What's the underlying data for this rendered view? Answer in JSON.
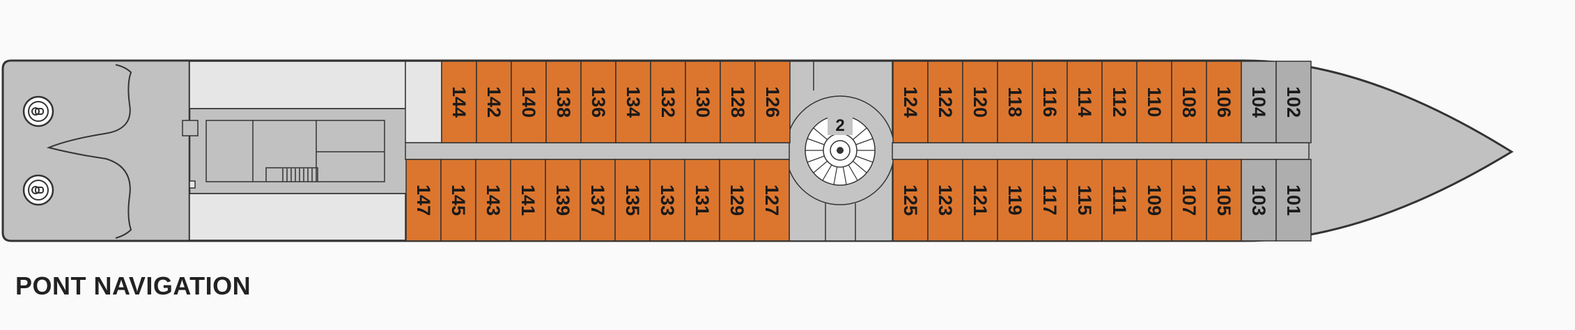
{
  "deck": {
    "title": "PONT NAVIGATION",
    "staircase_deck_number": "2"
  },
  "colors": {
    "background": "#fafafa",
    "hull": "#c1c1c1",
    "outline": "#333333",
    "cabin_orange": "#dc762e",
    "cabin_grey": "#aeaeae",
    "corridor": "#c4c4c4",
    "open_deck": "#e6e6e6"
  },
  "cabins": {
    "upper_aft": [
      {
        "number": "144",
        "category": "orange"
      },
      {
        "number": "142",
        "category": "orange"
      },
      {
        "number": "140",
        "category": "orange"
      },
      {
        "number": "138",
        "category": "orange"
      },
      {
        "number": "136",
        "category": "orange"
      },
      {
        "number": "134",
        "category": "orange"
      },
      {
        "number": "132",
        "category": "orange"
      },
      {
        "number": "130",
        "category": "orange"
      },
      {
        "number": "128",
        "category": "orange"
      },
      {
        "number": "126",
        "category": "orange"
      }
    ],
    "lower_aft": [
      {
        "number": "147",
        "category": "orange"
      },
      {
        "number": "145",
        "category": "orange"
      },
      {
        "number": "143",
        "category": "orange"
      },
      {
        "number": "141",
        "category": "orange"
      },
      {
        "number": "139",
        "category": "orange"
      },
      {
        "number": "137",
        "category": "orange"
      },
      {
        "number": "135",
        "category": "orange"
      },
      {
        "number": "133",
        "category": "orange"
      },
      {
        "number": "131",
        "category": "orange"
      },
      {
        "number": "129",
        "category": "orange"
      },
      {
        "number": "127",
        "category": "orange"
      }
    ],
    "upper_fwd": [
      {
        "number": "124",
        "category": "orange"
      },
      {
        "number": "122",
        "category": "orange"
      },
      {
        "number": "120",
        "category": "orange"
      },
      {
        "number": "118",
        "category": "orange"
      },
      {
        "number": "116",
        "category": "orange"
      },
      {
        "number": "114",
        "category": "orange"
      },
      {
        "number": "112",
        "category": "orange"
      },
      {
        "number": "110",
        "category": "orange"
      },
      {
        "number": "108",
        "category": "orange"
      },
      {
        "number": "106",
        "category": "orange"
      },
      {
        "number": "104",
        "category": "grey"
      },
      {
        "number": "102",
        "category": "grey"
      }
    ],
    "lower_fwd": [
      {
        "number": "125",
        "category": "orange"
      },
      {
        "number": "123",
        "category": "orange"
      },
      {
        "number": "121",
        "category": "orange"
      },
      {
        "number": "119",
        "category": "orange"
      },
      {
        "number": "117",
        "category": "orange"
      },
      {
        "number": "115",
        "category": "orange"
      },
      {
        "number": "111",
        "category": "orange"
      },
      {
        "number": "109",
        "category": "orange"
      },
      {
        "number": "107",
        "category": "orange"
      },
      {
        "number": "105",
        "category": "orange"
      },
      {
        "number": "103",
        "category": "grey"
      },
      {
        "number": "101",
        "category": "grey"
      }
    ]
  }
}
